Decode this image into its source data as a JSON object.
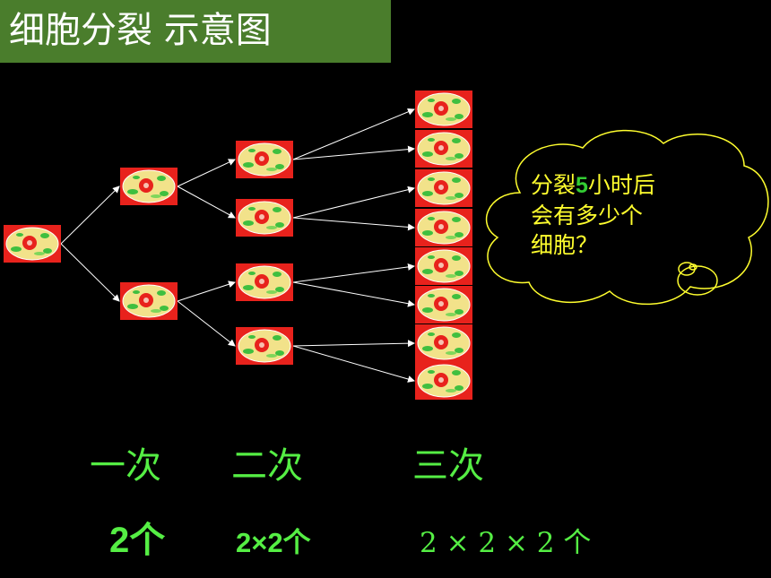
{
  "title": "细胞分裂 示意图",
  "question": {
    "prefix": "分裂",
    "number": "5",
    "suffix": "小时后",
    "line2": "会有多少个",
    "line3": "细胞？"
  },
  "steps": [
    {
      "label": "一次",
      "count": "2个"
    },
    {
      "label": "二次",
      "count": "2×2个"
    },
    {
      "label": "三次",
      "count": "2 × 2 × 2 个"
    }
  ],
  "colors": {
    "background": "#000000",
    "title_bar": "#4a7d2c",
    "cell_frame": "#e8221c",
    "cell_body": "#f2e28a",
    "label_green": "#55ee44",
    "cloud_outline": "#fffe2e"
  },
  "icons": [
    "cell-icon",
    "cloud-bubble",
    "arrow"
  ]
}
